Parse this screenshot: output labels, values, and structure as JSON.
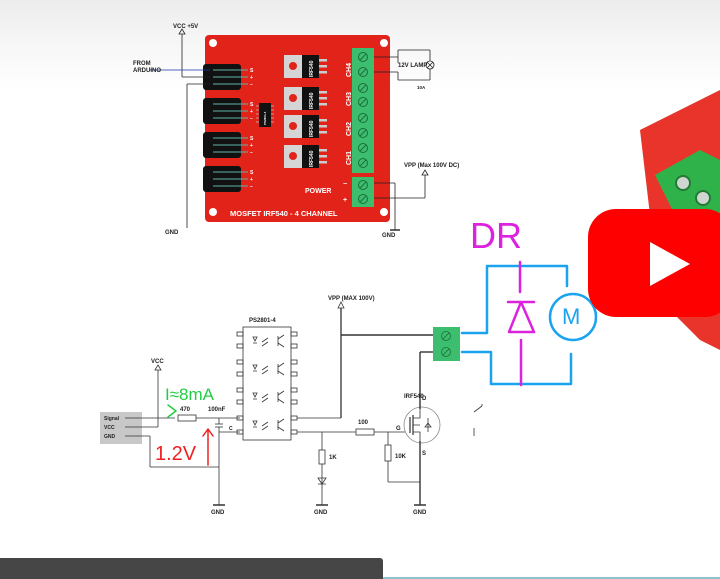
{
  "module": {
    "title": "MOSFET IRF540 - 4 CHANNEL",
    "vcc_label": "VCC +5V",
    "from_label_line1": "FROM",
    "from_label_line2": "ARDUINO",
    "gnd_left": "GND",
    "gnd_right": "GND",
    "header_pins": [
      "S",
      "+",
      "−"
    ],
    "ic_label": "PS2801-4",
    "mosfets": [
      "IRF540",
      "IRF540",
      "IRF540",
      "IRF540"
    ],
    "channels": [
      "CH4",
      "CH3",
      "CH2",
      "CH1"
    ],
    "power_label": "POWER",
    "power_pins": [
      "−",
      "+"
    ],
    "lamp_label": "12V LAMP",
    "lamp_current": "10A",
    "vpp_label": "VPP (Max 100V DC)",
    "colors": {
      "board": "#e2231a",
      "terminal": "#3dbe6e",
      "mosfet": "#111111"
    }
  },
  "schematic": {
    "ic_label": "PS2801-4",
    "vpp_label": "VPP (MAX 100V)",
    "vcc_label": "VCC",
    "connector_pins": [
      "Signal",
      "VCC",
      "GND"
    ],
    "r_input": "470",
    "capacitor": "100nF",
    "cap_pin": "C",
    "r_gate": "100",
    "r_pulldown": "10K",
    "r_led": "1K",
    "mosfet": "IRF540",
    "mosfet_pins": {
      "drain": "D",
      "gate": "G",
      "source": "S"
    },
    "gnd_labels": [
      "GND",
      "GND",
      "GND"
    ]
  },
  "annotations": {
    "current": "I≈8mA",
    "voltage": "1.2V",
    "diode_label": "DR",
    "motor_label": "M",
    "colors": {
      "green": "#22cc44",
      "red": "#ee2222",
      "magenta": "#dd22dd",
      "blue": "#1aa3ee"
    }
  },
  "overlay": {
    "play_button": "youtube-play",
    "colors": {
      "play_bg": "#ff0000",
      "play_icon": "#ffffff"
    }
  }
}
